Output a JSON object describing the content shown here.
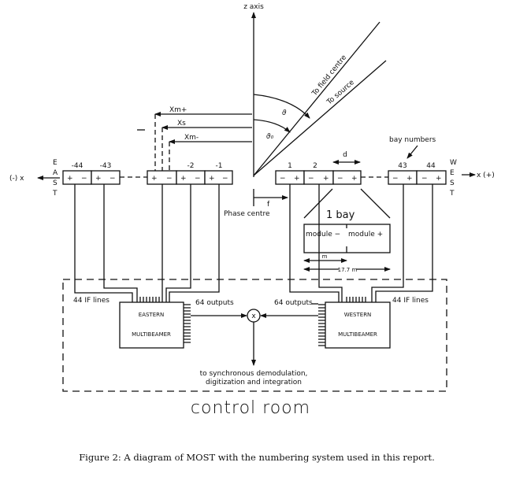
{
  "axis": {
    "z_label": "z axis",
    "east_x": "(-) x",
    "west_x": "x (+)",
    "phase_centre": "Phase centre",
    "f_label": "f"
  },
  "rays": {
    "field_centre": "To field centre",
    "source": "To source",
    "theta": "ϑ",
    "theta0": "ϑ₀"
  },
  "positions": {
    "xm_plus": "Xm+",
    "xs": "Xs",
    "xm_minus": "Xm-"
  },
  "east": {
    "letters": [
      "E",
      "A",
      "S",
      "T"
    ],
    "bays": [
      {
        "number": "-44",
        "signs": [
          "+",
          "−"
        ]
      },
      {
        "number": "-43",
        "signs": [
          "+",
          "−"
        ]
      },
      {
        "number": "",
        "signs": [
          "+",
          "−"
        ]
      },
      {
        "number": "-2",
        "signs": [
          "+",
          "−"
        ]
      },
      {
        "number": "-1",
        "signs": [
          "+",
          "−"
        ]
      }
    ]
  },
  "west": {
    "letters": [
      "W",
      "E",
      "S",
      "T"
    ],
    "bays": [
      {
        "number": "1",
        "signs": [
          "−",
          "+"
        ]
      },
      {
        "number": "2",
        "signs": [
          "−",
          "+"
        ]
      },
      {
        "number": "",
        "signs": [
          "−",
          "+"
        ]
      },
      {
        "number": "43",
        "signs": [
          "−",
          "+"
        ]
      },
      {
        "number": "44",
        "signs": [
          "−",
          "+"
        ]
      }
    ]
  },
  "bay_numbers_label": "bay numbers",
  "d_label": "d",
  "bay_detail": {
    "title": "1 bay",
    "module_minus": "module −",
    "module_plus": "module +",
    "m_label": "m",
    "length_label": "17.7 m"
  },
  "control_room": {
    "label": "control room",
    "east_if": "44 IF lines",
    "west_if": "44 IF lines",
    "east_outputs": "64 outputs",
    "west_outputs": "64 outputs",
    "eastern": [
      "EASTERN",
      "MULTIBEAMER"
    ],
    "western": [
      "WESTERN",
      "MULTIBEAMER"
    ],
    "multiply": "x",
    "downstream": [
      "to synchronous demodulation,",
      "digitization and integration"
    ]
  },
  "caption": "Figure 2: A diagram of MOST with the numbering system used in this report."
}
